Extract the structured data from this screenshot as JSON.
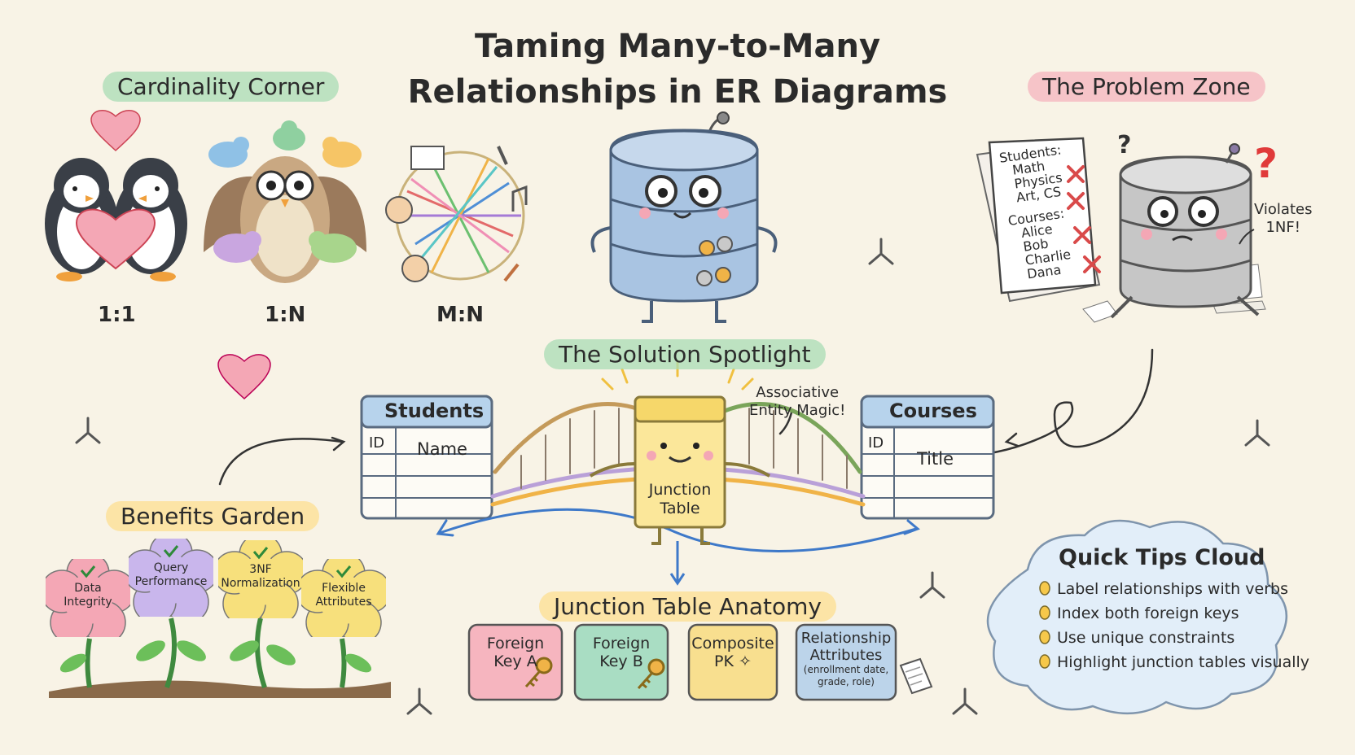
{
  "title": {
    "line1": "Taming Many-to-Many",
    "line2": "Relationships in ER Diagrams"
  },
  "cardinality": {
    "heading": "Cardinality Corner",
    "labels": [
      "1:1",
      "1:N",
      "M:N"
    ]
  },
  "problem": {
    "heading": "The Problem Zone",
    "students_label": "Students:",
    "students_items": [
      "Math",
      "Physics",
      "Art, CS"
    ],
    "courses_label": "Courses:",
    "courses_items": [
      "Alice",
      "Bob",
      "Charlie",
      "Dana"
    ],
    "violates": [
      "Violates",
      "1NF!"
    ]
  },
  "solution": {
    "heading": "The Solution Spotlight",
    "students_table": {
      "title": "Students",
      "col1": "ID",
      "col2": "Name"
    },
    "courses_table": {
      "title": "Courses",
      "col1": "ID",
      "col2": "Title"
    },
    "junction": [
      "Junction",
      "Table"
    ],
    "magic": [
      "Associative",
      "Entity Magic!"
    ]
  },
  "benefits": {
    "heading": "Benefits Garden",
    "flowers": [
      {
        "lines": [
          "Data",
          "Integrity"
        ],
        "color": "#f4a7b5"
      },
      {
        "lines": [
          "Query",
          "Performance"
        ],
        "color": "#c9b6ec"
      },
      {
        "lines": [
          "3NF",
          "Normalization"
        ],
        "color": "#f7e07c"
      },
      {
        "lines": [
          "Flexible",
          "Attributes"
        ],
        "color": "#f7e07c"
      }
    ]
  },
  "anatomy": {
    "heading": "Junction Table Anatomy",
    "cards": [
      {
        "lines": [
          "Foreign",
          "Key A"
        ],
        "color": "#f6b5bf"
      },
      {
        "lines": [
          "Foreign",
          "Key B"
        ],
        "color": "#a9ddc3"
      },
      {
        "lines": [
          "Composite",
          "PK ✧"
        ],
        "color": "#f8df8f"
      },
      {
        "lines": [
          "Relationship",
          "Attributes"
        ],
        "note": [
          "(enrollment date,",
          "grade, role)"
        ],
        "color": "#bcd4ea"
      }
    ]
  },
  "tips": {
    "heading": "Quick Tips Cloud",
    "items": [
      "Label relationships with verbs",
      "Index both foreign keys",
      "Use unique constraints",
      "Highlight junction tables visually"
    ]
  }
}
